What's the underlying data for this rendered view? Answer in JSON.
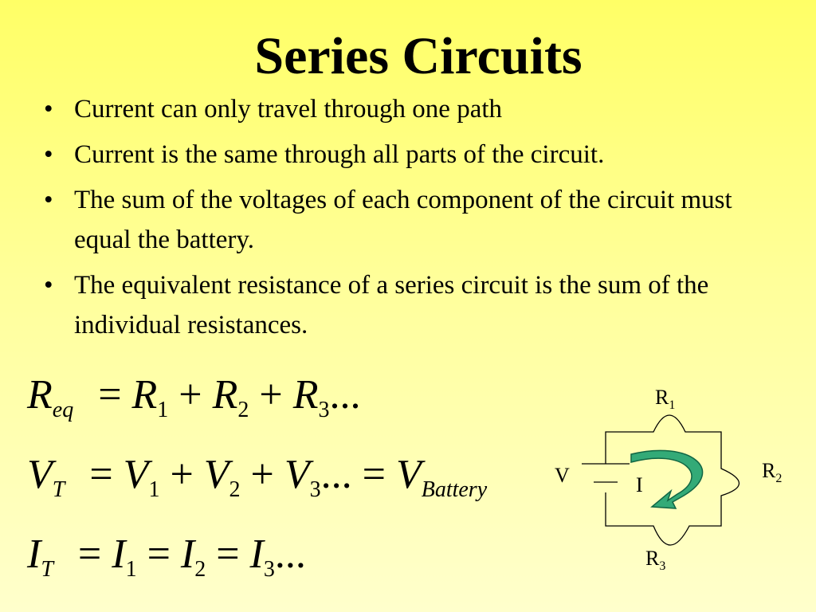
{
  "slide": {
    "title": "Series Circuits",
    "bullets": [
      "Current can only travel through one path",
      "Current is the same through all parts of the circuit.",
      "The sum of the voltages of each component of the circuit must equal the battery.",
      "The equivalent resistance of a series circuit is the sum of the individual resistances."
    ]
  },
  "equations": {
    "resistance": {
      "lhs": "R",
      "lhs_sub": "eq",
      "op": "=",
      "t1": "R",
      "t1_sub": "1",
      "p1": "+",
      "t2": "R",
      "t2_sub": "2",
      "p2": "+",
      "t3": "R",
      "t3_sub": "3",
      "tail": "..."
    },
    "voltage": {
      "lhs": "V",
      "lhs_sub": "T",
      "op": "=",
      "t1": "V",
      "t1_sub": "1",
      "p1": "+",
      "t2": "V",
      "t2_sub": "2",
      "p2": "+",
      "t3": "V",
      "t3_sub": "3",
      "tail": "...",
      "op2": "=",
      "t4": "V",
      "t4_sub": "Battery"
    },
    "current": {
      "lhs": "I",
      "lhs_sub": "T",
      "op": "=",
      "t1": "I",
      "t1_sub": "1",
      "op1": "=",
      "t2": "I",
      "t2_sub": "2",
      "op2": "=",
      "t3": "I",
      "t3_sub": "3",
      "tail": "..."
    }
  },
  "diagram": {
    "r1": "R",
    "r1_sub": "1",
    "r2": "R",
    "r2_sub": "2",
    "r3": "R",
    "r3_sub": "3",
    "battery": "V",
    "current": "I",
    "arrow_color": "#33aa77"
  }
}
